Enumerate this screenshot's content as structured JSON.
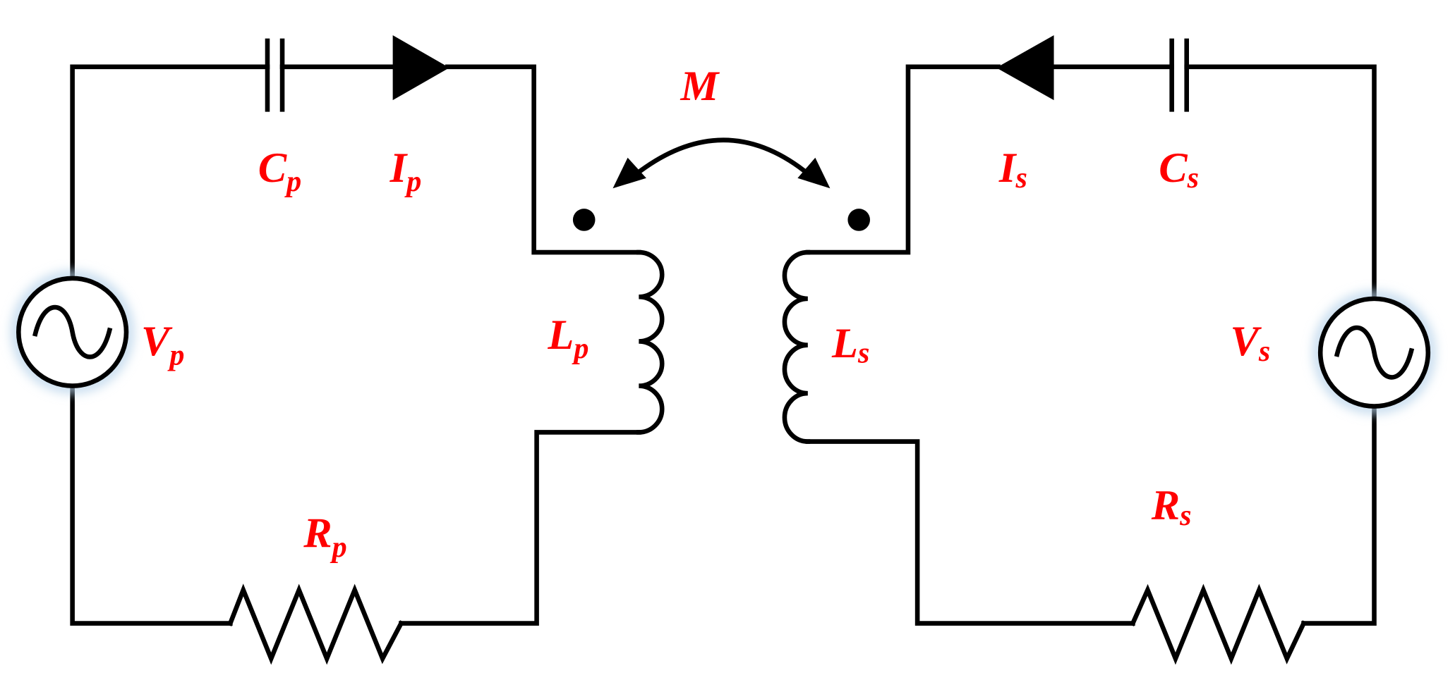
{
  "diagram": {
    "colors": {
      "label": "#ff0000",
      "wire": "#000000",
      "source_glow": "#b8d3ea"
    },
    "labels": {
      "cp": {
        "main": "C",
        "sub": "p"
      },
      "ip": {
        "main": "I",
        "sub": "p"
      },
      "vp": {
        "main": "V",
        "sub": "p"
      },
      "lp": {
        "main": "L",
        "sub": "p"
      },
      "rp": {
        "main": "R",
        "sub": "p"
      },
      "m": {
        "main": "M"
      },
      "is": {
        "main": "I",
        "sub": "s"
      },
      "cs": {
        "main": "C",
        "sub": "s"
      },
      "vs": {
        "main": "V",
        "sub": "s"
      },
      "ls": {
        "main": "L",
        "sub": "s"
      },
      "rs": {
        "main": "R",
        "sub": "s"
      }
    }
  }
}
